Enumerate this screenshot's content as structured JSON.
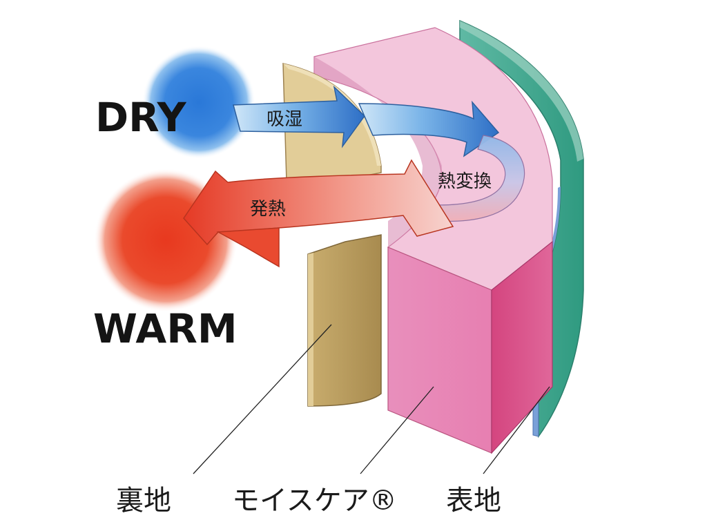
{
  "labels": {
    "dry": "DRY",
    "warm": "WARM",
    "absorb": "吸湿",
    "heat_exchange": "熱変換",
    "heat_generation": "発熱"
  },
  "layers": {
    "lining": "裏地",
    "moiscare": "モイスケア®",
    "outer": "表地"
  },
  "colors": {
    "dry_circle": "#2f7fd6",
    "warm_circle": "#e8402a",
    "lining": "#d8c08a",
    "moiscare_face": "#e98bb5",
    "moiscare_top": "#f3c6dc",
    "outer": "#3aa68c",
    "outer_edge": "#7aa0d8",
    "blue_arrow": "#3a7fd0",
    "red_arrow": "#e84a2e"
  }
}
